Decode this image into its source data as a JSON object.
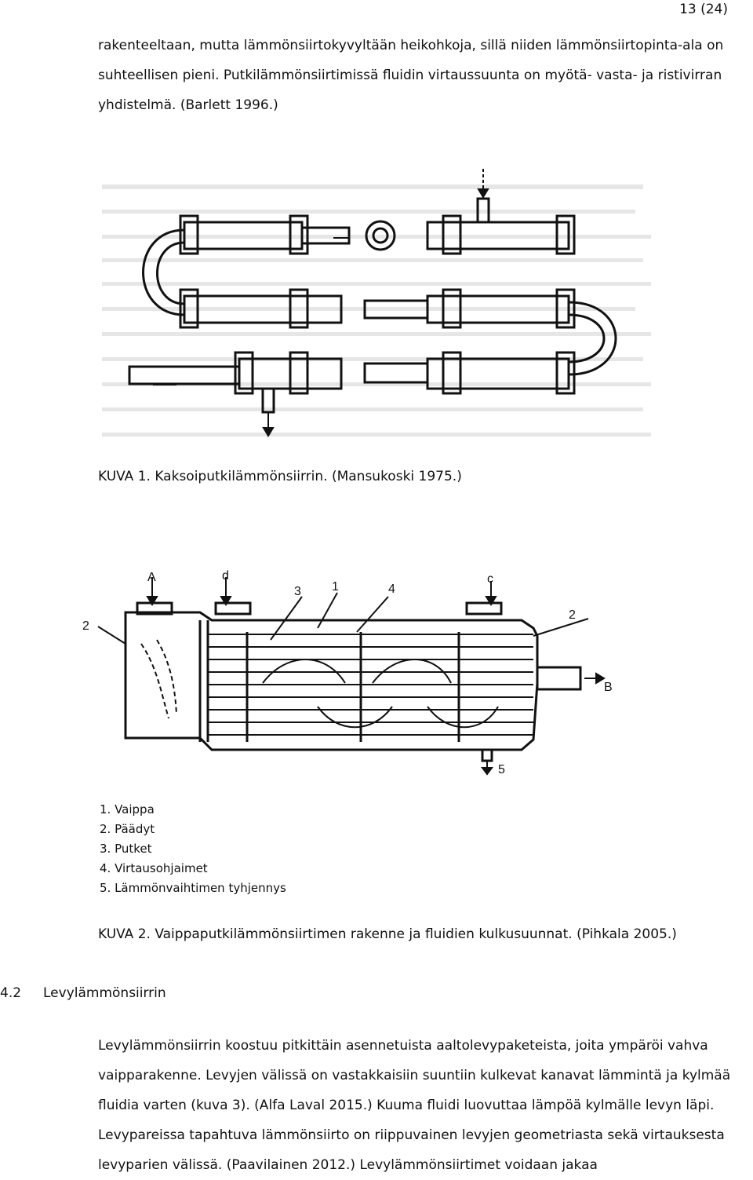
{
  "page": {
    "number": "13 (24)"
  },
  "intro_paragraph": "rakenteeltaan, mutta lämmönsiirtokyvyltään heikohkoja, sillä niiden lämmönsiirtopinta-ala on suhteellisen pieni. Putkilämmönsiirtimissä fluidin virtaussuunta on myötä- vasta- ja ristivirran yhdistelmä. (Barlett 1996.)",
  "figure1": {
    "caption": "KUVA 1. Kaksoiputkilämmönsiirrin. (Mansukoski 1975.)"
  },
  "figure2": {
    "caption": "KUVA 2. Vaippaputkilämmönsiirtimen rakenne ja fluidien kulkusuunnat. (Pihkala 2005.)",
    "labels": {
      "A": "A",
      "B": "B",
      "c": "c",
      "d": "d",
      "n1": "1",
      "n2_left": "2",
      "n2_right": "2",
      "n3": "3",
      "n4": "4",
      "n5": "5"
    },
    "legend": [
      "1. Vaippa",
      "2. Päädyt",
      "3. Putket",
      "4. Virtausohjaimet",
      "5. Lämmönvaihtimen tyhjennys"
    ]
  },
  "section": {
    "number": "4.2",
    "title": "Levylämmönsiirrin"
  },
  "section_paragraph": "Levylämmönsiirrin koostuu pitkittäin asennetuista aaltolevypaketeista, joita ympäröi vahva vaipparakenne. Levyjen välissä on vastakkaisiin suuntiin kulkevat kanavat lämmintä ja kylmää fluidia varten (kuva 3). (Alfa Laval 2015.) Kuuma fluidi luovuttaa lämpöä kylmälle levyn läpi. Levypareissa tapahtuva lämmönsiirto on riippuvainen levyjen geometriasta sekä virtauksesta levyparien välissä. (Paavilainen 2012.) Levylämmönsiirtimet voidaan jakaa"
}
